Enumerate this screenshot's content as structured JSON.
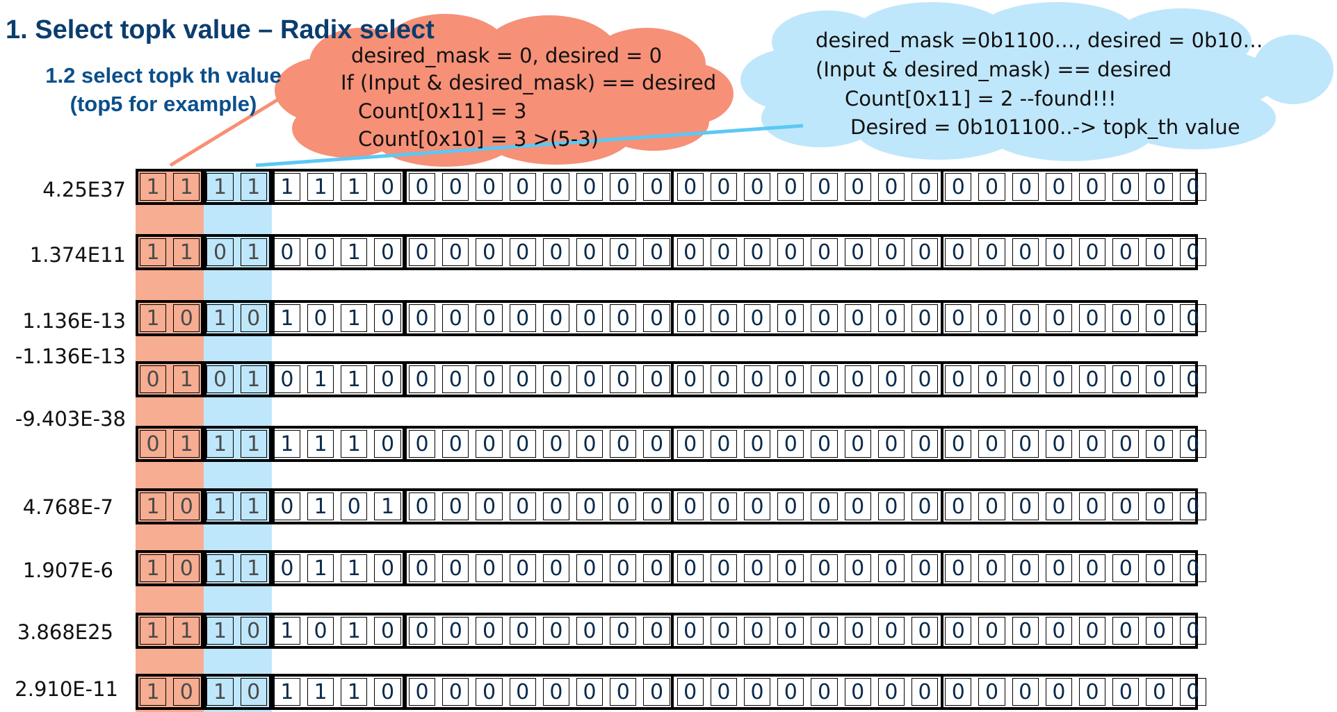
{
  "title": "1. Select topk value – Radix select",
  "subtitle": {
    "line1": "1.2 select topk th value",
    "line2": "(top5 for example)"
  },
  "cloud_left": {
    "lines": [
      "desired_mask = 0, desired = 0",
      "If (Input & desired_mask) == desired",
      "Count[0x11] = 3",
      "Count[0x10] = 3 >(5-3)"
    ]
  },
  "cloud_right": {
    "lines": [
      "desired_mask =0b1100…, desired = 0b10…",
      "(Input & desired_mask) == desired",
      "Count[0x11] = 2 --found!!!",
      "Desired = 0b101100..-> topk_th value"
    ]
  },
  "colors": {
    "orange_band": "#f5a486",
    "blue_band": "#bfe7fb",
    "cloud_orange": "#f69077",
    "cloud_blue": "#bfe7fb",
    "title": "#0b3d6e"
  },
  "rows": [
    {
      "label": "4.25E37",
      "bits": "11111110000000000000000000000000"
    },
    {
      "label": "1.374E11",
      "bits": "11010010000000000000000000000000"
    },
    {
      "label": "1.136E-13",
      "bits": "10101010000000000000000000000000"
    },
    {
      "label": "-1.136E-13",
      "bits": "01010110000000000000000000000000"
    },
    {
      "label": "-9.403E-38",
      "bits": "01111110000000000000000000000000"
    },
    {
      "label": "4.768E-7",
      "bits": "10110101000000000000000000000000"
    },
    {
      "label": "1.907E-6",
      "bits": "10110110000000000000000000000000"
    },
    {
      "label": "3.868E25",
      "bits": "11101010000000000000000000000000"
    },
    {
      "label": "2.910E-11",
      "bits": "10101110000000000000000000000000"
    }
  ]
}
